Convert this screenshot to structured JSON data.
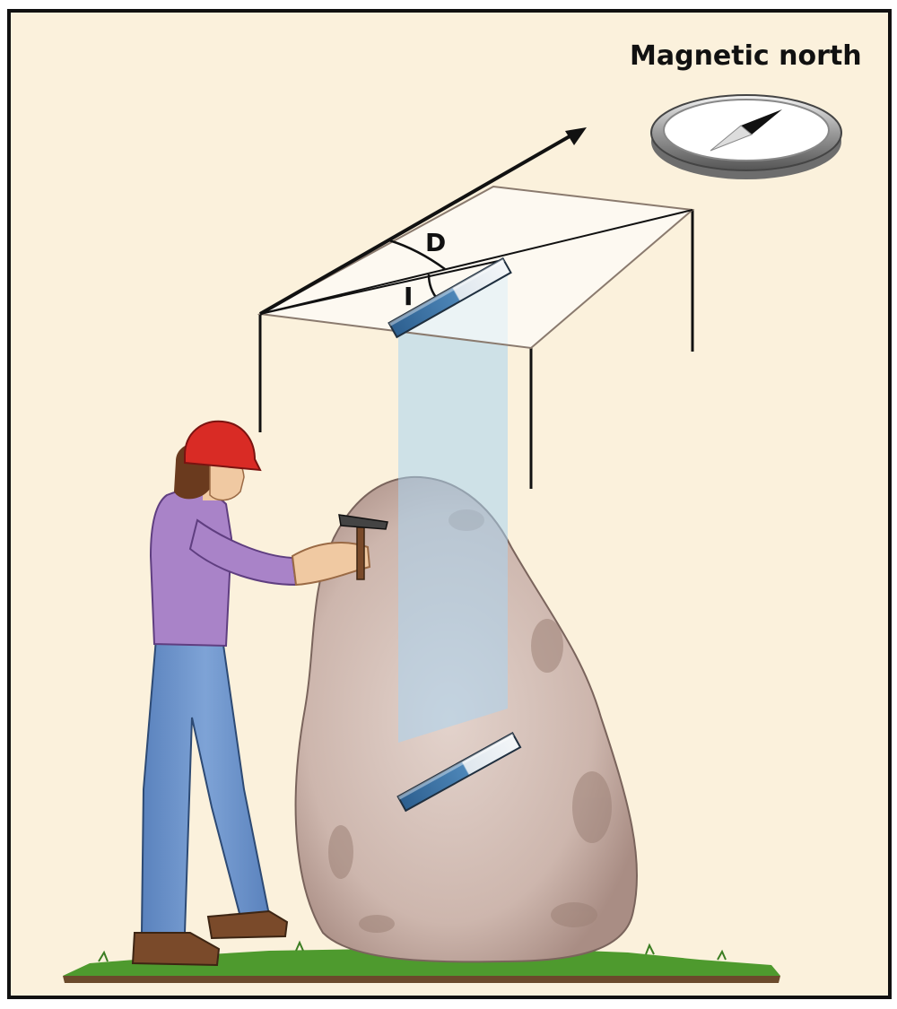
{
  "diagram": {
    "compass_label": "Magnetic north",
    "declination_label": "D",
    "inclination_label": "I"
  },
  "colors": {
    "background": "#fbf1dc",
    "frame": "#111111",
    "hard_hat": "#d92b25",
    "sweater": "#a983c8",
    "jeans": "#6f97cf",
    "rock": "#cdb6ad",
    "plane": "#a9d3f1",
    "grass": "#4e9a2e"
  },
  "icons": [
    "compass-icon",
    "hammer-icon",
    "magnet-icon"
  ]
}
